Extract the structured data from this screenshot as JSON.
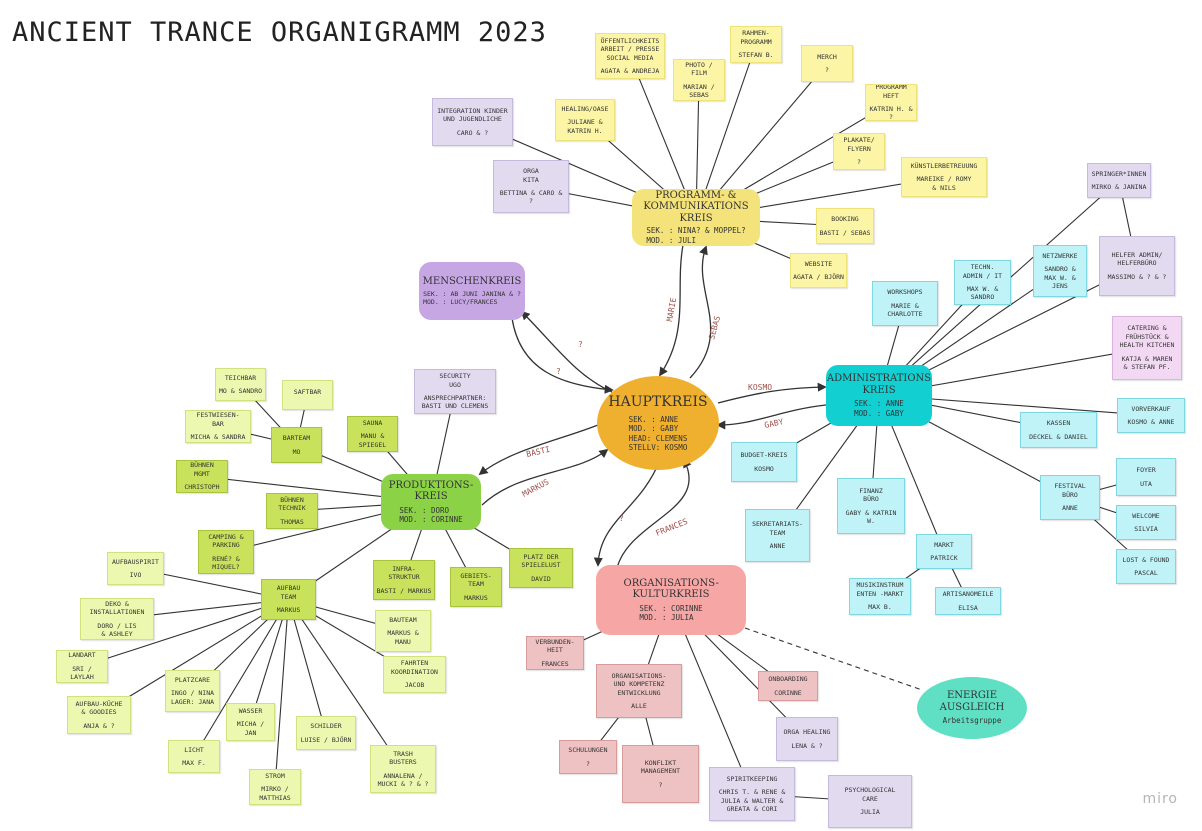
{
  "title": "ANCIENT TRANCE ORGANIGRAMM 2023",
  "brand": "miro",
  "colors": {
    "hauptkreis": "#f0b02f",
    "programm": "#f3e37a",
    "admin": "#12cfd2",
    "produktion": "#8bd247",
    "organisation": "#f7a6a6",
    "menschen": "#c7a6e4",
    "energie": "#5fe0c4"
  },
  "circles": {
    "haupt": {
      "name": "HAUPTKREIS",
      "details": "Sek. : Anne\nMod. : Gaby\nHead: Clemens\nStellv: Kosmo"
    },
    "programm": {
      "name": "PROGRAMM- & KOMMUNIKATIONS KREIS",
      "details": "Sek. : Nina? & Moppel?\nMod. : Juli"
    },
    "admin": {
      "name": "ADMINISTRATIONS KREIS",
      "details": "Sek. : Anne\nMod. : Gaby"
    },
    "produktion": {
      "name": "PRODUKTIONS-KREIS",
      "details": "Sek. : Doro\nMod. : Corinne"
    },
    "organisation": {
      "name": "ORGANISATIONS-KULTURKREIS",
      "details": "Sek. : Corinne\nMod. : Julia"
    },
    "menschen": {
      "name": "MENSCHENKREIS",
      "details": "Sek. : ab Juni Janina & ?\nMod. : Lucy/Frances"
    },
    "energie": {
      "name": "ENERGIE AUSGLEICH",
      "details": "Arbeitsgruppe"
    }
  },
  "links": {
    "marie": "MARIE",
    "sebas": "SEBAS",
    "kosmo": "KOSMO",
    "gaby": "GABY",
    "basti": "BASTI",
    "markus": "MARKUS",
    "q1": "?",
    "q2": "?",
    "q3": "?",
    "frances": "FRANCES"
  },
  "notes": {
    "oeffentlich": {
      "name": "Öffentlichkeits arbeit / Presse Social Media",
      "people": "Agata & Andreja"
    },
    "rahmen": {
      "name": "Rahmen-\nprogramm",
      "people": "Stefan B."
    },
    "merch": {
      "name": "Merch",
      "people": "?"
    },
    "photo": {
      "name": "Photo / Film",
      "people": "Marian /\nSebas"
    },
    "healing_oase": {
      "name": "Healing/Oase",
      "people": "Juliane &\nKatrin H."
    },
    "programmheft": {
      "name": "Programm\nheft",
      "people": "Katrin H. & ?"
    },
    "plakate": {
      "name": "Plakate/\nFlyern",
      "people": "?"
    },
    "kuenstler": {
      "name": "Künstlerbetreuung",
      "people": "Mareike / Romy\n& Nils"
    },
    "booking": {
      "name": "Booking",
      "people": "Basti / Sebas"
    },
    "website": {
      "name": "Website",
      "people": "Agata / Björn"
    },
    "integration": {
      "name": "Integration Kinder und Jugendliche",
      "people": "Caro & ?"
    },
    "orga_kita": {
      "name": "Orga\nKita",
      "people": "Bettina & Caro & ?"
    },
    "springer": {
      "name": "Springer*innen",
      "people": "Mirko & Janina"
    },
    "helfer": {
      "name": "Helfer Admin/\nHelferbüro",
      "people": "Massimo & ? & ?"
    },
    "catering": {
      "name": "Catering & Frühstück & Health Kitchen",
      "people": "Katja & Maren\n& Stefan Pf."
    },
    "netzwerke": {
      "name": "Netzwerke",
      "people": "Sandro &\nMax W. &\nJens"
    },
    "techn_admin": {
      "name": "Techn.\nAdmin / IT",
      "people": "Max W. &\nSandro"
    },
    "workshops": {
      "name": "Workshops",
      "people": "Marie &\nCharlotte"
    },
    "kassen": {
      "name": "Kassen",
      "people": "Deckel & Daniel"
    },
    "vorverkauf": {
      "name": "Vorverkauf",
      "people": "Kosmo & Anne"
    },
    "budget": {
      "name": "Budget-Kreis",
      "people": "Kosmo"
    },
    "finanz": {
      "name": "Finanz\nBüro",
      "people": "Gaby & Katrin W."
    },
    "festival_buero": {
      "name": "Festival\nBüro",
      "people": "Anne"
    },
    "foyer": {
      "name": "Foyer",
      "people": "Uta"
    },
    "welcome": {
      "name": "Welcome",
      "people": "Silvia"
    },
    "lost_found": {
      "name": "Lost & Found",
      "people": "Pascal"
    },
    "sekretariat": {
      "name": "Sekretariats-\nTeam",
      "people": "Anne"
    },
    "markt": {
      "name": "Markt",
      "people": "Patrick"
    },
    "musikinstrumente": {
      "name": "Musikinstrum\nenten -Markt",
      "people": "Max B."
    },
    "artisanomeile": {
      "name": "Artisanomeile",
      "people": "Elisa"
    },
    "security": {
      "name": "Security\nUGO",
      "people": "Ansprechpartner:\nBasti und Clemens"
    },
    "teichbar": {
      "name": "Teichbar",
      "people": "Mo & Sandro"
    },
    "saftbar": {
      "name": "Saftbar",
      "people": ""
    },
    "festwiesenbar": {
      "name": "Festwiesen-\nBar",
      "people": "Micha & Sandra"
    },
    "barteam": {
      "name": "Barteam",
      "people": "Mo"
    },
    "sauna": {
      "name": "Sauna",
      "people": "Manu &\nSpiegel"
    },
    "buehnen_mgmt": {
      "name": "Bühnen\nMgmt",
      "people": "Christoph"
    },
    "buehnen_technik": {
      "name": "Bühnen\nTechnik",
      "people": "Thomas"
    },
    "camping": {
      "name": "Camping &\nParking",
      "people": "René? &\nMiquel?"
    },
    "infrastruktur": {
      "name": "Infra-\nStruktur",
      "people": "Basti / Markus"
    },
    "gebietsteam": {
      "name": "Gebiets-\nTeam",
      "people": "Markus"
    },
    "spielelust": {
      "name": "Platz der\nSpielelust",
      "people": "David"
    },
    "aufbauspirit": {
      "name": "Aufbauspirit",
      "people": "Ivo"
    },
    "aufbauteam": {
      "name": "Aufbau\nTeam",
      "people": "Markus"
    },
    "deko": {
      "name": "Deko &\nInstallationen",
      "people": "Doro / Lis\n& Ashley"
    },
    "landart": {
      "name": "Landart",
      "people": "Sri / Laylah"
    },
    "bauteam": {
      "name": "Bauteam",
      "people": "Markus &\nManu"
    },
    "fahrten": {
      "name": "Fahrten\nKoordination",
      "people": "Jacob"
    },
    "aufbaukueche": {
      "name": "Aufbau-Küche\n& Goodies",
      "people": "Anja & ?"
    },
    "platzcare": {
      "name": "Platzcare",
      "people": "Ingo / Nina\nLager: Jana"
    },
    "wasser": {
      "name": "Wasser",
      "people": "Micha / Jan"
    },
    "schilder": {
      "name": "Schilder",
      "people": "Luise / Björn"
    },
    "licht": {
      "name": "Licht",
      "people": "Max F."
    },
    "strom": {
      "name": "Strom",
      "people": "Mirko /\nMatthias"
    },
    "trash": {
      "name": "Trash\nBusters",
      "people": "Annalena /\nMucki & ? & ?"
    },
    "verbundenheit": {
      "name": "Verbunden-\nheit",
      "people": "Frances"
    },
    "kompetenz": {
      "name": "Organisations-\nund Kompetenz\nentwicklung",
      "people": "Alle"
    },
    "onboarding": {
      "name": "Onboarding",
      "people": "Corinne"
    },
    "orga_healing": {
      "name": "Orga Healing",
      "people": "Lena & ?"
    },
    "schulungen": {
      "name": "Schulungen",
      "people": "?"
    },
    "konflikt": {
      "name": "Konflikt\nManagement",
      "people": "?"
    },
    "spiritkeeping": {
      "name": "Spiritkeeping",
      "people": "Chris T. & Rene &\nJulia & Walter &\nGreata & Cori"
    },
    "psychological": {
      "name": "Psychological\nCare",
      "people": "Julia"
    }
  }
}
